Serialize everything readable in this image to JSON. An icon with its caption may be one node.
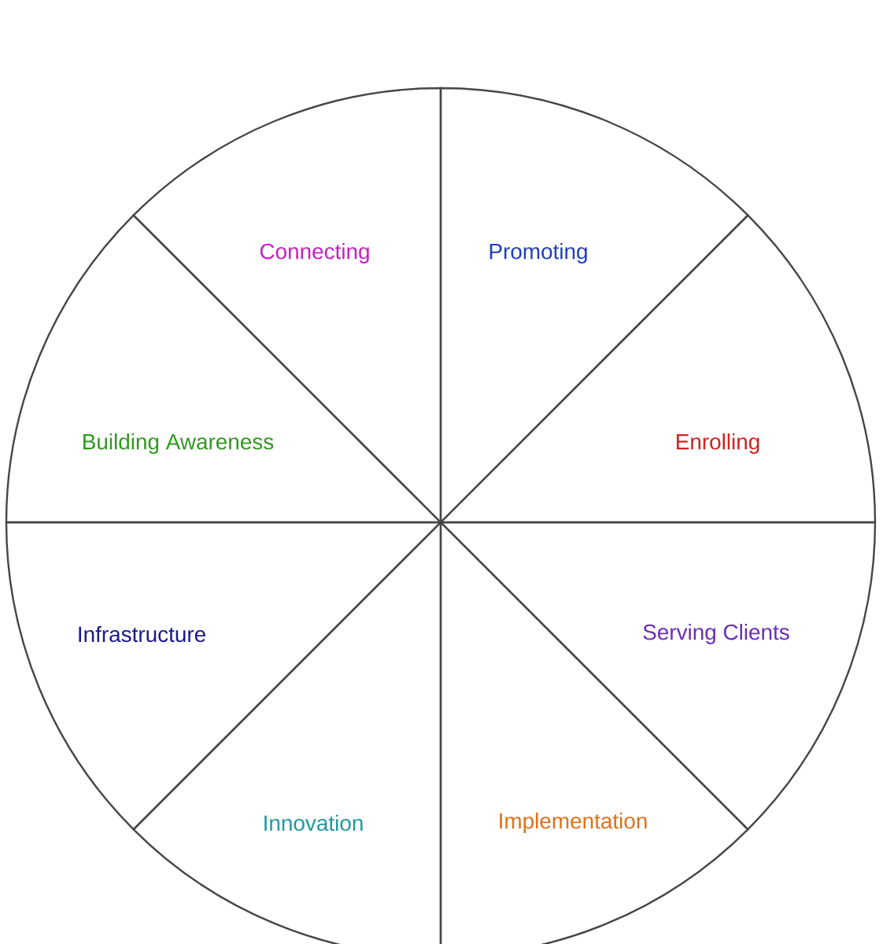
{
  "diagram": {
    "nodes": [
      {
        "text": [
          "Connecting"
        ]
      },
      {
        "text": [
          "Promoting"
        ]
      },
      {
        "text": [
          "Building Awareness"
        ]
      },
      {
        "text": [
          "Enrolling"
        ]
      },
      {
        "text": [
          "Infrastructure"
        ]
      },
      {
        "text": [
          "Serving Clients"
        ]
      },
      {
        "text": [
          "Innovation"
        ]
      },
      {
        "text": [
          "Implementation"
        ]
      }
    ]
  }
}
